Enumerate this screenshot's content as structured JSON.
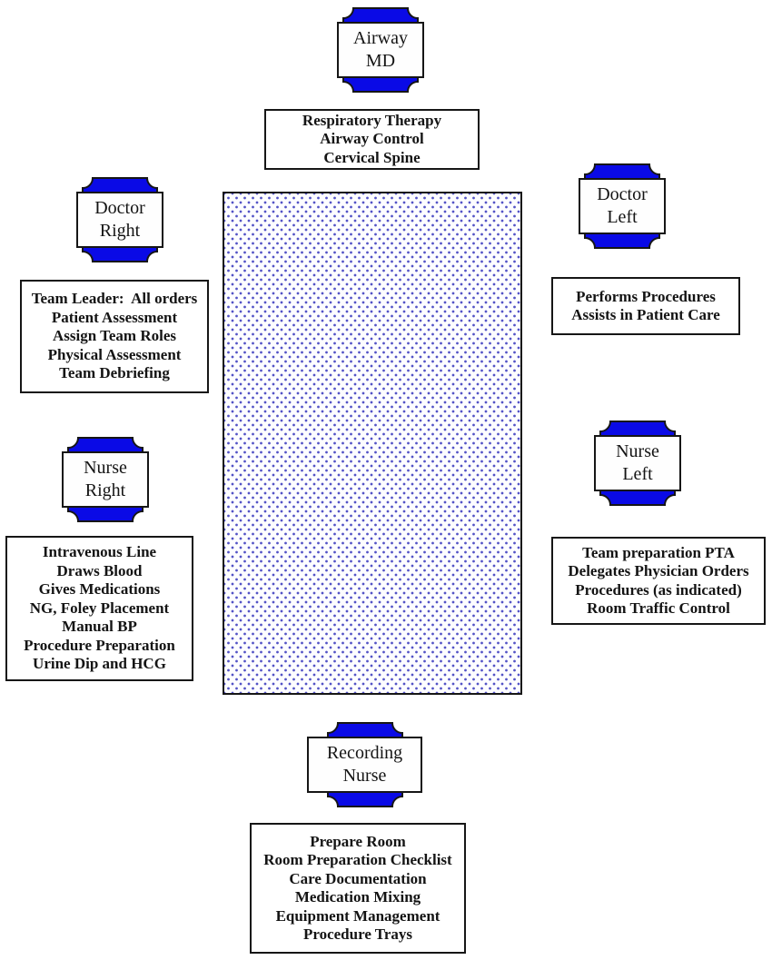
{
  "title": "Trauma room team positions diagram",
  "colors": {
    "badge_blue": "#0a0ae6",
    "outline": "#161616",
    "bed_dot_blue": "#5353c6",
    "background": "#ffffff"
  },
  "bed": {
    "style": "dotted-pattern-rectangle"
  },
  "badges": {
    "airway_md": {
      "line1": "Airway",
      "line2": "MD"
    },
    "doctor_right": {
      "line1": "Doctor",
      "line2": "Right"
    },
    "doctor_left": {
      "line1": "Doctor",
      "line2": "Left"
    },
    "nurse_right": {
      "line1": "Nurse",
      "line2": "Right"
    },
    "nurse_left": {
      "line1": "Nurse",
      "line2": "Left"
    },
    "recording_nurse": {
      "line1": "Recording",
      "line2": "Nurse"
    }
  },
  "boxes": {
    "airway_md": {
      "lines": [
        "Respiratory Therapy",
        "Airway Control",
        "Cervical Spine"
      ]
    },
    "doctor_right": {
      "lines": [
        "Team Leader:  All orders",
        "Patient Assessment",
        "Assign Team Roles",
        "Physical Assessment",
        "Team Debriefing"
      ]
    },
    "doctor_left": {
      "lines": [
        "Performs Procedures",
        "Assists in Patient Care"
      ]
    },
    "nurse_right": {
      "lines": [
        "Intravenous Line",
        "Draws Blood",
        "Gives Medications",
        "NG, Foley Placement",
        "Manual BP",
        "Procedure Preparation",
        "Urine Dip and HCG"
      ]
    },
    "nurse_left": {
      "lines": [
        "Team preparation PTA",
        "Delegates Physician Orders",
        "Procedures (as indicated)",
        "Room Traffic Control"
      ]
    },
    "recording_nurse": {
      "lines": [
        "Prepare Room",
        "Room Preparation Checklist",
        "Care Documentation",
        "Medication Mixing",
        "Equipment Management",
        "Procedure Trays"
      ]
    }
  }
}
